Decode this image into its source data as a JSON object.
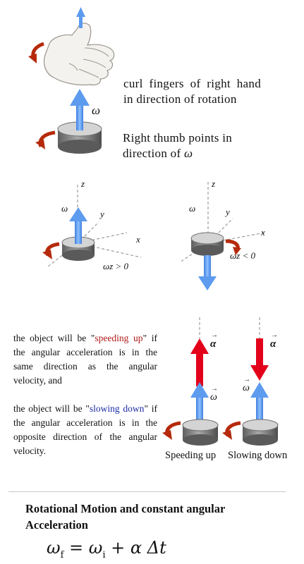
{
  "colors": {
    "blue_arrow": "#5d9bef",
    "red_arrow": "#e3001b",
    "curved_arrow": "#b52a0b",
    "disk_top": "#d9d9d9",
    "disk_side": "#7a7a7a",
    "axis": "#888888",
    "red_text": "#b01818",
    "blue_text": "#1a2aa8"
  },
  "rule": {
    "curl_text": "curl fingers of right hand in direction of rotation",
    "thumb_text_1": "Right thumb points in",
    "thumb_text_2": "direction of",
    "omega_symbol": "ω",
    "omega_label": "ω"
  },
  "axes_diagrams": {
    "left": {
      "z": "z",
      "y": "y",
      "x": "x",
      "omega": "ω",
      "condition": "ωz > 0"
    },
    "right": {
      "z": "z",
      "y": "y",
      "x": "x",
      "omega": "ω",
      "condition": "ωz < 0"
    }
  },
  "explanation": {
    "p1_before": "the object will be \"",
    "p1_highlight": "speeding up",
    "p1_after": "\" if the angular acceleration is in the same direction as the angular velocity, and",
    "p2_before": "the object will be \"",
    "p2_highlight": "slowing down",
    "p2_after": "\" if the angular acceleration is in the opposite direction of the angular velocity."
  },
  "accel_diagrams": {
    "alpha_label": "α",
    "omega_label": "ω",
    "speeding_caption": "Speeding up",
    "slowing_caption": "Slowing down"
  },
  "footer": {
    "heading": "Rotational Motion and constant angular Acceleration",
    "formula": {
      "omega": "ω",
      "sub_f": "f",
      "equals": "=",
      "sub_i": "i",
      "plus": "+",
      "alpha": "α",
      "delta_t": "Δt"
    }
  }
}
